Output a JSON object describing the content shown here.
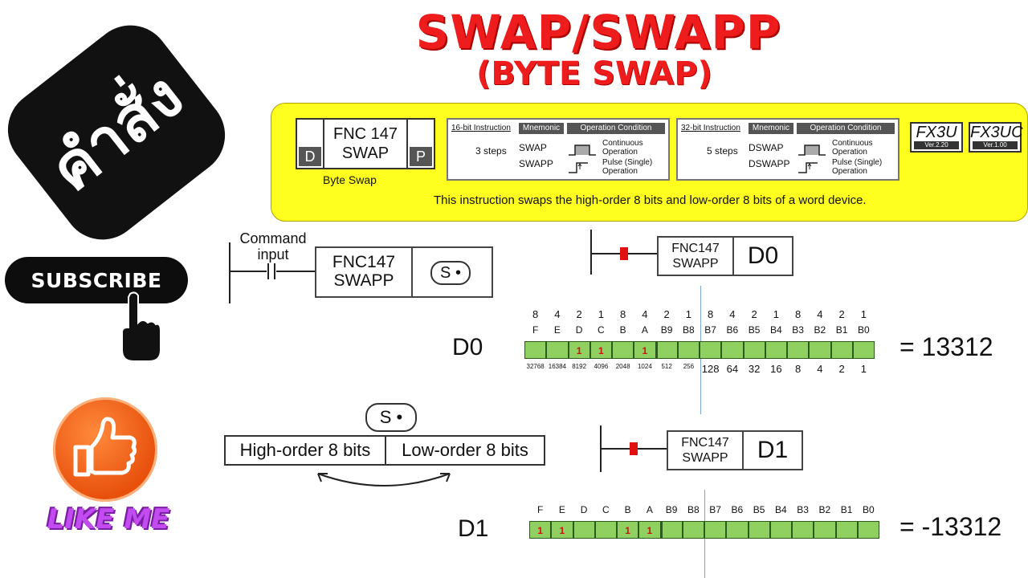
{
  "title": "SWAP/SWAPP",
  "subtitle": "(BYTE SWAP)",
  "badges": {
    "kamsang": "คำสั่ง",
    "subscribe": "SUBSCRIBE",
    "like": "LIKE ME"
  },
  "panel": {
    "fnc_line1": "FNC 147",
    "fnc_line2": "SWAP",
    "d_tag": "D",
    "p_tag": "P",
    "caption": "Byte Swap",
    "bit16": {
      "head": "16-bit Instruction",
      "mnemonic": "Mnemonic",
      "condition": "Operation Condition",
      "steps": "3 steps",
      "m1": "SWAP",
      "m2": "SWAPP",
      "c1a": "Continuous",
      "c1b": "Operation",
      "c2a": "Pulse (Single)",
      "c2b": "Operation"
    },
    "bit32": {
      "head": "32-bit Instruction",
      "mnemonic": "Mnemonic",
      "condition": "Operation Condition",
      "steps": "5 steps",
      "m1": "DSWAP",
      "m2": "DSWAPP",
      "c1a": "Continuous",
      "c1b": "Operation",
      "c2a": "Pulse (Single)",
      "c2b": "Operation"
    },
    "fx3u": "FX3U",
    "fx3u_ver": "Ver.2.20",
    "fx3uc": "FX3UC",
    "fx3uc_ver": "Ver.1.00",
    "description": "This instruction swaps the high-order 8 bits and low-order 8 bits of a word device."
  },
  "ladder": {
    "command": "Command",
    "input": "input",
    "fnc": "FNC147",
    "swapp": "SWAPP",
    "operand": "S",
    "high": "High-order 8 bits",
    "low": "Low-order 8 bits"
  },
  "rung1": {
    "fnc": "FNC147",
    "swapp": "SWAPP",
    "dev": "D0"
  },
  "rung2": {
    "fnc": "FNC147",
    "swapp": "SWAPP",
    "dev": "D1"
  },
  "d0": {
    "label": "D0",
    "weights_top": [
      "8",
      "4",
      "2",
      "1",
      "8",
      "4",
      "2",
      "1",
      "8",
      "4",
      "2",
      "1",
      "8",
      "4",
      "2",
      "1"
    ],
    "bit_names": [
      "F",
      "E",
      "D",
      "C",
      "B",
      "A",
      "B9",
      "B8",
      "B7",
      "B6",
      "B5",
      "B4",
      "B3",
      "B2",
      "B1",
      "B0"
    ],
    "bits": [
      "",
      "",
      "1",
      "1",
      "",
      "1",
      "",
      "",
      "",
      "",
      "",
      "",
      "",
      "",
      "",
      ""
    ],
    "weights_bottom_small": [
      "32768",
      "16384",
      "8192",
      "4096",
      "2048",
      "1024",
      "512",
      "256"
    ],
    "weights_bottom_big": [
      "128",
      "64",
      "32",
      "16",
      "8",
      "4",
      "2",
      "1"
    ],
    "result": "= 13312"
  },
  "d1": {
    "label": "D1",
    "bit_names": [
      "F",
      "E",
      "D",
      "C",
      "B",
      "A",
      "B9",
      "B8",
      "B7",
      "B6",
      "B5",
      "B4",
      "B3",
      "B2",
      "B1",
      "B0"
    ],
    "bits": [
      "1",
      "1",
      "",
      "",
      "1",
      "1",
      "",
      "",
      "",
      "",
      "",
      "",
      "",
      "",
      "",
      ""
    ],
    "result": "= -13312"
  },
  "colors": {
    "title": "#ee1c1c",
    "panel": "#ffff1f",
    "bit_cell": "#90d060",
    "bit_one": "#d11111",
    "marker": "#e01010"
  }
}
